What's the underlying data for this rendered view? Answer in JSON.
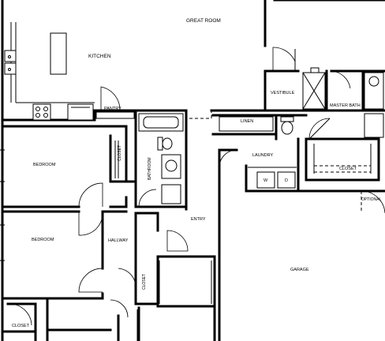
{
  "rooms": {
    "great_room": "GREAT ROOM",
    "kitchen": "KITCHEN",
    "pantry": "PANTRY",
    "vestibule": "VESTIBULE",
    "master_bath": "MASTER BATH",
    "linen": "LINEN",
    "laundry": "LAUNDRY",
    "bedroom_upper": "BEDROOM",
    "bedroom_lower": "BEDROOM",
    "closet_bed1": "CLOSET",
    "bathroom": "BATHROOM",
    "closet_master": "CLOSET",
    "entry": "ENTRY",
    "hallway": "HALLWAY",
    "closet_hall": "CLOSET",
    "closet_bed2": "CLOSET",
    "garage": "GARAGE",
    "optional": "OPTIONAL"
  },
  "appliances": {
    "washer": "W",
    "dryer": "D"
  }
}
